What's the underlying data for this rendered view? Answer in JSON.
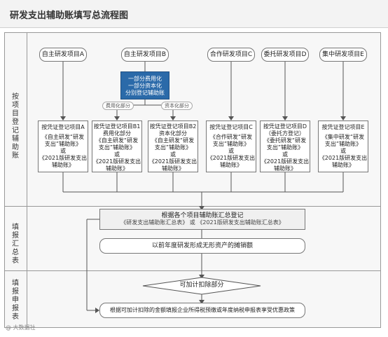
{
  "title": "研发支出辅助账填写总流程图",
  "sections": {
    "s1": "按项目登记辅助账",
    "s2": "填报汇总表",
    "s3": "填报申报表"
  },
  "top_items": [
    "自主研发项目A",
    "自主研发项目B",
    "合作研发项目C",
    "委托研发项目D",
    "集中研发项目E"
  ],
  "split_box": [
    "一部分费用化",
    "一部分资本化",
    "分别登记辅助账"
  ],
  "split_labels": {
    "expense": "费用化部分",
    "capital": "资本化部分"
  },
  "ledger_boxes": [
    [
      "按凭证登记项目A",
      "《自主研发“研发",
      "支出”辅助账》",
      "或",
      "《2021版研发支出",
      "辅助账》"
    ],
    [
      "按凭证登记项目B1",
      "费用化部分",
      "《自主研发“研发",
      "支出”辅助账》",
      "或",
      "《2021版研发支出",
      "辅助账》"
    ],
    [
      "按凭证登记项目B2",
      "资本化部分",
      "《自主研发“研发",
      "支出”辅助账》",
      "或",
      "《2021版研发支出",
      "辅助账》"
    ],
    [
      "按凭证登记项目C",
      "《合作研发“研发",
      "支出”辅助账》",
      "或",
      "《2021版研发支出",
      "辅助账》"
    ],
    [
      "按凭证登记项目D",
      "（委托方登记）",
      "《委托研发“研发",
      "支出”辅助账》",
      "或",
      "《2021版研发支出",
      "辅助账》"
    ],
    [
      "按凭证登记项目E",
      "《集中研发“研发",
      "支出”辅助账》",
      "或",
      "《2021版研发支出",
      "辅助账》"
    ]
  ],
  "summary": {
    "line1": "根据各个项目辅助账汇总登记",
    "line2": "《研发支出辅助账汇总表》   或   《2021版研发支出辅助账汇总表》"
  },
  "amortization": "以前年度研发形成无形资产的摊销额",
  "decision": "可加计扣除部分",
  "final": "根据可加计扣除的金额填报企业所得税预缴或年度纳税申报表享受优惠政策",
  "watermark": "@ 大数据社"
}
